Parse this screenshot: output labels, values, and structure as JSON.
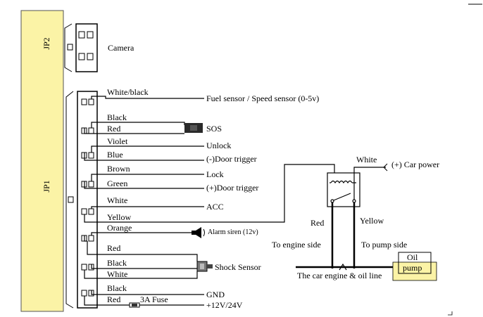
{
  "header": {
    "jp2": "JP2",
    "jp1": "JP1",
    "camera": "Camera"
  },
  "wires": {
    "white_black": "White/black",
    "fuel_sensor": "Fuel sensor / Speed sensor (0-5v)",
    "black1": "Black",
    "red1": "Red",
    "sos": "SOS",
    "violet": "Violet",
    "unlock": "Unlock",
    "blue": "Blue",
    "neg_door": "(-)Door trigger",
    "brown": "Brown",
    "lock": "Lock",
    "green": "Green",
    "pos_door": "(+)Door trigger",
    "white1": "White",
    "acc": "ACC",
    "yellow1": "Yellow",
    "orange": "Orange",
    "alarm_siren": "Alarm siren (12v)",
    "red2": "Red",
    "black2": "Black",
    "white2": "White",
    "shock_sensor": "Shock Sensor",
    "black3": "Black",
    "red3": "Red",
    "fuse": "3A Fuse",
    "gnd": "GND",
    "power": "+12V/24V"
  },
  "relay_section": {
    "white": "White",
    "car_power": "(+) Car power",
    "red": "Red",
    "yellow": "Yellow",
    "to_engine": "To engine side",
    "to_pump": "To pump side",
    "oil": "Oil",
    "pump": "pump",
    "engine_line": "The car engine & oil line"
  },
  "colors": {
    "panel_fill": "#fbf3a6",
    "pump_fill": "#fbf3a6",
    "line": "#000000"
  }
}
